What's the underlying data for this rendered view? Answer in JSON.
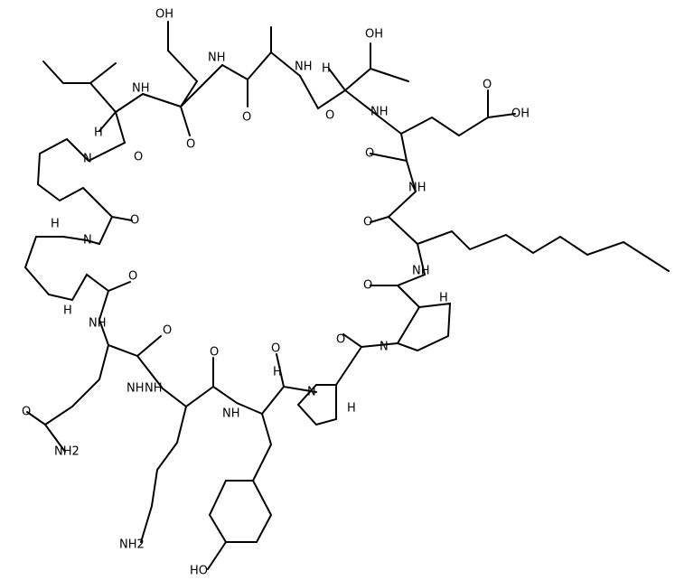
{
  "molecule": {
    "atoms": [
      {
        "id": "OH_ser",
        "text": "OH"
      },
      {
        "id": "OH_thr",
        "text": "OH"
      },
      {
        "id": "OH_glu",
        "text": "OH"
      },
      {
        "id": "OH_tyr",
        "text": "HO"
      },
      {
        "id": "NH2_gln",
        "text": "NH2"
      },
      {
        "id": "NH2_lys",
        "text": "NH2"
      },
      {
        "id": "NH_1",
        "text": "NH"
      },
      {
        "id": "NH_2",
        "text": "NH"
      },
      {
        "id": "NH_3",
        "text": "NH"
      },
      {
        "id": "NH_4",
        "text": "NH"
      },
      {
        "id": "NH_5",
        "text": "NH"
      },
      {
        "id": "NH_6",
        "text": "NH"
      },
      {
        "id": "NH_7",
        "text": "NH"
      },
      {
        "id": "NH_8",
        "text": "NH"
      },
      {
        "id": "NH_9",
        "text": "NH"
      },
      {
        "id": "NH_10",
        "text": "NH"
      },
      {
        "id": "N_pro1",
        "text": "N"
      },
      {
        "id": "N_pro2",
        "text": "N"
      },
      {
        "id": "N_pro3",
        "text": "N"
      },
      {
        "id": "N_pro4",
        "text": "N"
      },
      {
        "id": "O_1",
        "text": "O"
      },
      {
        "id": "O_2",
        "text": "O"
      },
      {
        "id": "O_3",
        "text": "O"
      },
      {
        "id": "O_4",
        "text": "O"
      },
      {
        "id": "O_5",
        "text": "O"
      },
      {
        "id": "O_6",
        "text": "O"
      },
      {
        "id": "O_7",
        "text": "O"
      },
      {
        "id": "O_8",
        "text": "O"
      },
      {
        "id": "O_9",
        "text": "O"
      },
      {
        "id": "O_10",
        "text": "O"
      },
      {
        "id": "O_11",
        "text": "O"
      },
      {
        "id": "O_12",
        "text": "O"
      },
      {
        "id": "O_13",
        "text": "O"
      },
      {
        "id": "O_14",
        "text": "O"
      },
      {
        "id": "O_15",
        "text": "O"
      },
      {
        "id": "H_1",
        "text": "H"
      },
      {
        "id": "H_2",
        "text": "H"
      },
      {
        "id": "H_3",
        "text": "H"
      },
      {
        "id": "H_4",
        "text": "H"
      },
      {
        "id": "H_5",
        "text": "H"
      },
      {
        "id": "H_6",
        "text": "H"
      },
      {
        "id": "H_7",
        "text": "H"
      }
    ]
  }
}
